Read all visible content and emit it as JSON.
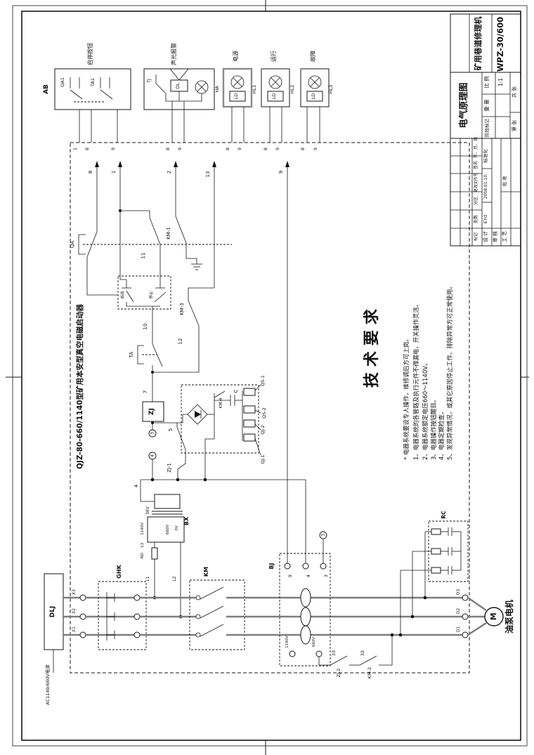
{
  "tb": {
    "product": "矿用巷道修理机",
    "model": "WPZ-30/600",
    "title": "电气原理图",
    "scale_l": "比 例",
    "scale_v": "1:1",
    "weight_l": "重 量",
    "stage_l": "阶段标记",
    "sheet1": "共 张",
    "sheet2": "第 张",
    "rev": [
      "标记",
      "处数",
      "分区",
      "更改文件号",
      "签名",
      "年、月、日"
    ],
    "design_l": "设 计",
    "design_sig": "EYd",
    "design_date": "2008.01.10",
    "std_l": "标准化",
    "check_l": "审 核",
    "proc_l": "工 艺",
    "appr_l": "批 准"
  },
  "encl": {
    "name": "QJZ-80-660/1140型矿用本安型真空电磁启动器"
  },
  "top": {
    "ab_tag": "AB",
    "ab_label": "启停按钮",
    "qa1": "QA1",
    "ta1": "TA1",
    "horn_label": "声光报警",
    "tj": "TJ",
    "dl": "DL",
    "horn_side": "HA",
    "lamps": [
      {
        "label": "电源",
        "inner": "LD",
        "side": "HL1"
      },
      {
        "label": "运行",
        "inner": "LD",
        "side": "HL2"
      },
      {
        "label": "故障",
        "inner": "LD",
        "side": "HL3"
      }
    ]
  },
  "term": [
    "1",
    "8",
    "9",
    "8",
    "9",
    "8",
    "9",
    "8",
    "9",
    "8",
    "9"
  ],
  "bus": [
    "8",
    "1",
    "2",
    "13",
    "9"
  ],
  "ctl": {
    "qa": "QA",
    "c11": "11",
    "km1": "KM-1",
    "km3": "KM-3",
    "w12": "12",
    "w10": "10",
    "ta": "TA",
    "w7": "7",
    "zj": "ZJ",
    "conn3": "3",
    "conn4": "4",
    "w5": "5",
    "zj1": "ZJ-1",
    "km4": "KM-4",
    "cap": "C",
    "qs1": "QS-1",
    "qs2": "QS-2",
    "qj2": "QJ-2",
    "qj1": "QJ-1",
    "w4": "4",
    "btn_start": "启动",
    "btn_stop": "停止"
  },
  "bx": {
    "name": "BX",
    "sec": "36V",
    "v1140": "1140V",
    "l3": "L3",
    "rd": "RD",
    "v660": "660V",
    "v0": "0V",
    "l1": "L1",
    "l2": "L2"
  },
  "pwr": {
    "dlj": "DLJ",
    "src": "AC1140/660V电源",
    "x3": "X3",
    "x2": "X2",
    "x1": "X1",
    "ghk": "GHK",
    "km": "KM",
    "bj": "BJ",
    "bj9": "9",
    "bj4": "4",
    "bj3": "3",
    "conn3": "3",
    "v1140": "1140V",
    "v660": "660V",
    "w33": "33",
    "w32": "32",
    "zj2": "ZJ-2",
    "km2": "KM-2",
    "rc": "RC",
    "d3": "D3",
    "d2": "D2",
    "d1": "D1",
    "m": "M",
    "motor": "油泵电机"
  },
  "tech": {
    "title": "技术要求",
    "lines": [
      "* 电器系统要设专人操作，维修调后方可上岗。",
      "1、电器系统的各管路及执行元件不得漏电，开关操作灵活。",
      "2、电器系统额定电压660～1140V。",
      "3、电器操作按钮醒目。",
      "4、电器定期检查。",
      "5、发现异常情况，或其它原因停止工作，排除异常方可正常使用。"
    ]
  }
}
